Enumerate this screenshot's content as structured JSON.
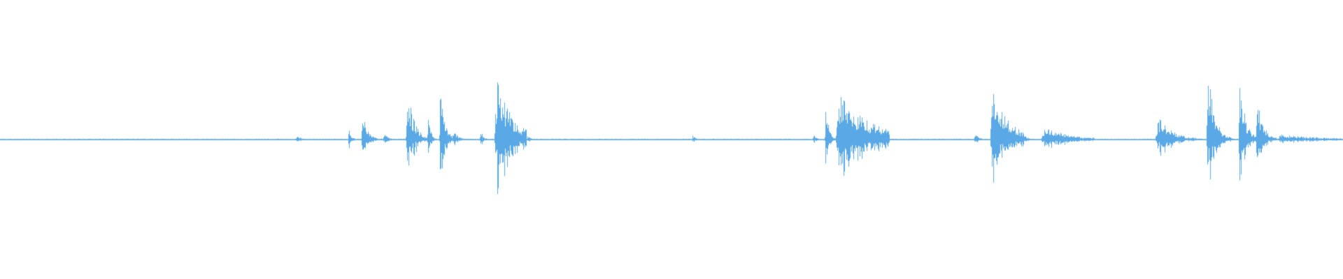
{
  "waveform": {
    "color": "#5aa9e6",
    "background": "#ffffff",
    "baseline_amplitude": 0.006,
    "bursts": [
      {
        "start": 0.22,
        "end": 0.236,
        "peak": 0.05,
        "decay": 0.2
      },
      {
        "start": 0.259,
        "end": 0.268,
        "peak": 0.13,
        "decay": 0.2
      },
      {
        "start": 0.269,
        "end": 0.285,
        "peak": 0.4,
        "decay": 0.2
      },
      {
        "start": 0.285,
        "end": 0.3,
        "peak": 0.08,
        "decay": 0.2
      },
      {
        "start": 0.302,
        "end": 0.318,
        "peak": 0.62,
        "decay": 0.3
      },
      {
        "start": 0.318,
        "end": 0.327,
        "peak": 0.32,
        "decay": 0.2
      },
      {
        "start": 0.327,
        "end": 0.336,
        "peak": 0.5,
        "decay": 0.4
      },
      {
        "start": 0.336,
        "end": 0.357,
        "peak": 0.1,
        "decay": 0.2
      },
      {
        "start": 0.357,
        "end": 0.366,
        "peak": 0.14,
        "decay": 0.2
      },
      {
        "start": 0.368,
        "end": 0.392,
        "peak": 0.62,
        "decay": 0.5
      },
      {
        "start": 0.392,
        "end": 0.403,
        "peak": 0.05,
        "decay": 0.2
      },
      {
        "start": 0.515,
        "end": 0.525,
        "peak": 0.06,
        "decay": 0.2
      },
      {
        "start": 0.605,
        "end": 0.614,
        "peak": 0.08,
        "decay": 0.2
      },
      {
        "start": 0.614,
        "end": 0.622,
        "peak": 0.4,
        "decay": 0.3
      },
      {
        "start": 0.622,
        "end": 0.662,
        "peak": 0.45,
        "decay": 0.6
      },
      {
        "start": 0.725,
        "end": 0.737,
        "peak": 0.1,
        "decay": 0.2
      },
      {
        "start": 0.737,
        "end": 0.762,
        "peak": 0.5,
        "decay": 0.5
      },
      {
        "start": 0.762,
        "end": 0.775,
        "peak": 0.06,
        "decay": 0.2
      },
      {
        "start": 0.775,
        "end": 0.815,
        "peak": 0.12,
        "decay": 0.5
      },
      {
        "start": 0.86,
        "end": 0.895,
        "peak": 0.25,
        "decay": 0.3
      },
      {
        "start": 0.898,
        "end": 0.922,
        "peak": 0.85,
        "decay": 0.2
      },
      {
        "start": 0.922,
        "end": 0.935,
        "peak": 0.75,
        "decay": 0.3
      },
      {
        "start": 0.935,
        "end": 0.95,
        "peak": 0.45,
        "decay": 0.3
      },
      {
        "start": 0.95,
        "end": 1.0,
        "peak": 0.05,
        "decay": 0.6
      }
    ]
  }
}
